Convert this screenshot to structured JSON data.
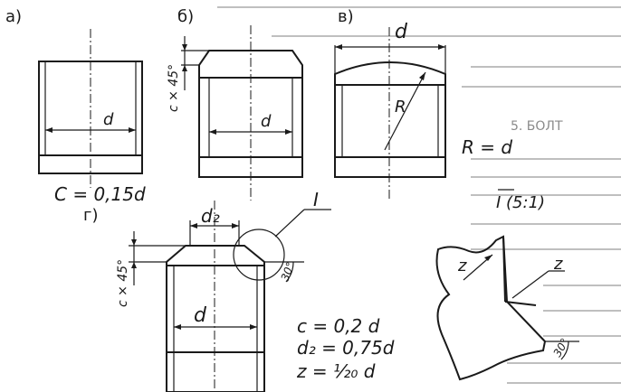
{
  "figure": {
    "views": {
      "a": {
        "label": "а)",
        "dim_d": "d",
        "formula": "C = 0,15d"
      },
      "b": {
        "label": "б)",
        "dim_d": "d",
        "chamfer": "c × 45°"
      },
      "v": {
        "label": "в)",
        "dim_d_top": "d",
        "dim_r": "R",
        "formula": "R = d"
      },
      "g": {
        "label": "г)",
        "dim_d2": "d₂",
        "dim_d": "d",
        "chamfer": "c × 45°",
        "callout": "I",
        "angle": "30°",
        "formulas": [
          "c = 0,2 d",
          "d₂ = 0,75d",
          "z = ¹⁄₂₀ d"
        ]
      },
      "detail": {
        "title": "I (5:1)",
        "r1": "z",
        "r2": "z",
        "angle": "30°"
      }
    },
    "background_visible": [
      "5. БОЛТ"
    ]
  }
}
